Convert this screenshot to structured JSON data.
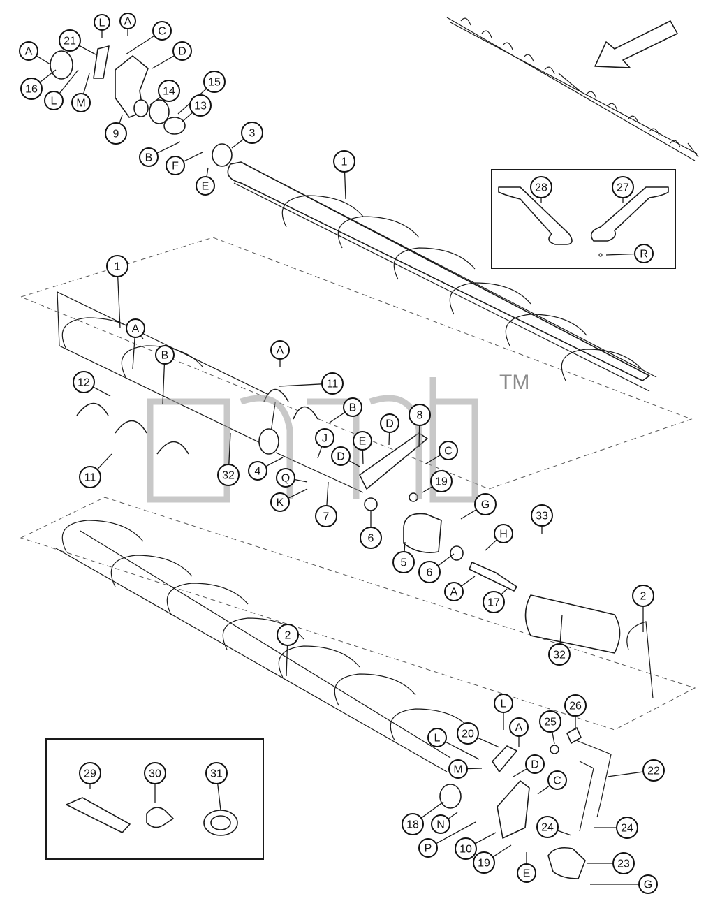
{
  "watermark": {
    "text": "TM"
  },
  "header_mark": "",
  "inset_top_right": {
    "callouts": [
      "28",
      "27",
      "R"
    ]
  },
  "inset_bottom_left": {
    "callouts": [
      "29",
      "30",
      "31"
    ]
  },
  "callouts": [
    "A",
    "L",
    "A",
    "C",
    "D",
    "21",
    "16",
    "L",
    "M",
    "14",
    "15",
    "13",
    "9",
    "B",
    "F",
    "E",
    "3",
    "1",
    "1",
    "A",
    "B",
    "A",
    "12",
    "11",
    "11",
    "32",
    "4",
    "J",
    "Q",
    "K",
    "7",
    "D",
    "E",
    "D",
    "8",
    "C",
    "B",
    "19",
    "6",
    "5",
    "G",
    "H",
    "33",
    "6",
    "A",
    "17",
    "2",
    "32",
    "2",
    "L",
    "A",
    "20",
    "L",
    "M",
    "D",
    "C",
    "25",
    "26",
    "22",
    "18",
    "N",
    "P",
    "10",
    "19",
    "24",
    "24",
    "E",
    "23",
    "G"
  ]
}
